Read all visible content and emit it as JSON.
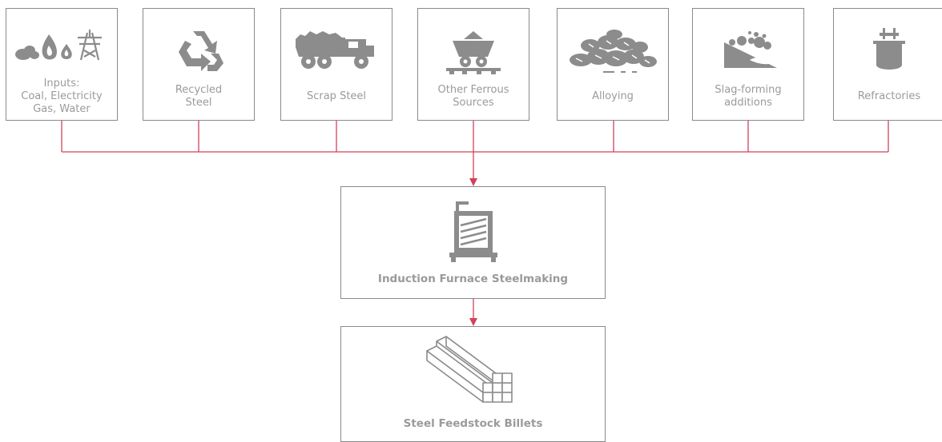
{
  "colors": {
    "connector": "#d2425a",
    "icon": "#8c8c8c",
    "border": "#8a8a8a",
    "label": "#9a9a9a"
  },
  "inputs": [
    {
      "label": "Inputs:\nCoal, Electricity\nGas, Water",
      "icon": "coal-flame-drop-tower-icon"
    },
    {
      "label": "Recycled\nSteel",
      "icon": "recycle-icon"
    },
    {
      "label": "Scrap Steel",
      "icon": "dump-truck-icon"
    },
    {
      "label": "Other Ferrous\nSources",
      "icon": "mine-cart-icon"
    },
    {
      "label": "Alloying",
      "icon": "alloy-pile-icon"
    },
    {
      "label": "Slag-forming\nadditions",
      "icon": "slag-chute-icon"
    },
    {
      "label": "Refractories",
      "icon": "ladle-icon"
    }
  ],
  "process": {
    "label": "Induction Furnace Steelmaking",
    "icon": "induction-furnace-icon"
  },
  "output": {
    "label": "Steel Feedstock Billets",
    "icon": "billets-stack-icon"
  }
}
